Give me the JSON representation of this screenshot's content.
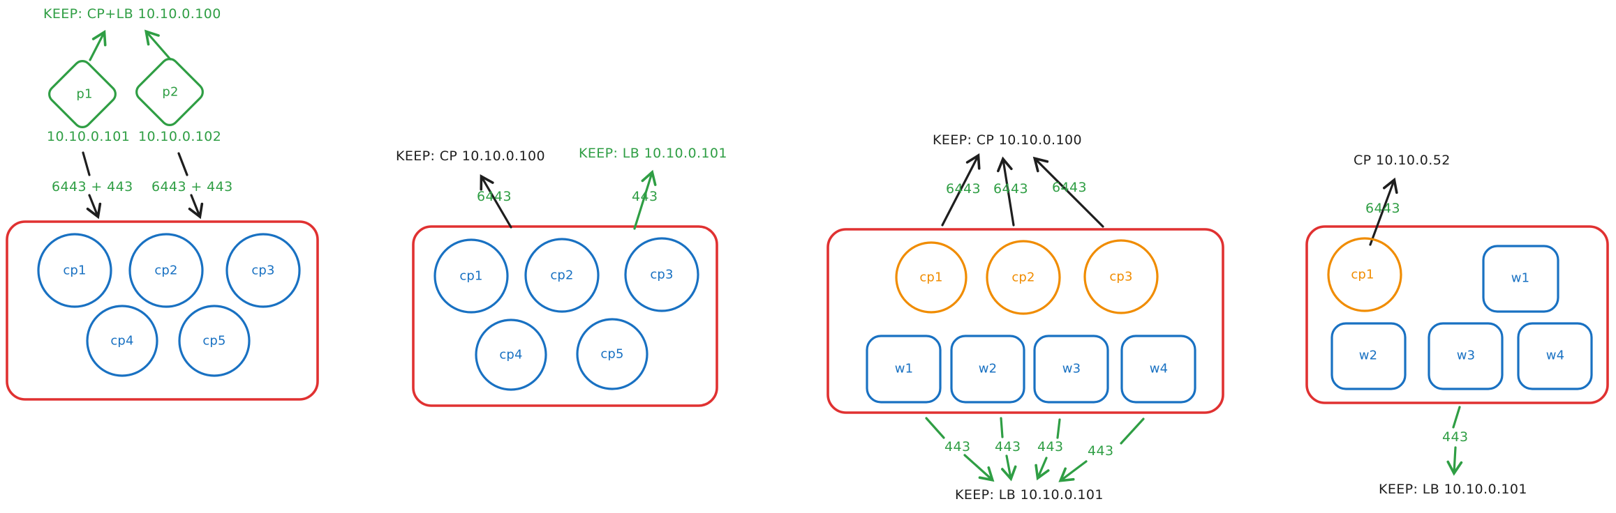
{
  "colors": {
    "green": "#2f9e44",
    "blue": "#1971c2",
    "red": "#e03131",
    "orange": "#f08c00",
    "ink": "#1e1e1e"
  },
  "diagrams": [
    {
      "name": "two-keepalived-proxy-nodes",
      "vip_label": "KEEP: CP+LB 10.10.0.100",
      "proxies": [
        {
          "label": "p1",
          "ip": "10.10.0.101",
          "ports": "6443 + 443"
        },
        {
          "label": "p2",
          "ip": "10.10.0.102",
          "ports": "6443 + 443"
        }
      ],
      "nodes": [
        "cp1",
        "cp2",
        "cp3",
        "cp4",
        "cp5"
      ]
    },
    {
      "name": "split-cp-and-lb-vips",
      "cp_vip_label": "KEEP: CP 10.10.0.100",
      "lb_vip_label": "KEEP: LB 10.10.0.101",
      "cp_port": "6443",
      "lb_port": "443",
      "nodes": [
        "cp1",
        "cp2",
        "cp3",
        "cp4",
        "cp5"
      ]
    },
    {
      "name": "cp-vip-with-worker-lb",
      "cp_vip_label": "KEEP: CP 10.10.0.100",
      "lb_vip_label": "KEEP: LB 10.10.0.101",
      "cp_ports": [
        "6443",
        "6443",
        "6443"
      ],
      "worker_ports": [
        "443",
        "443",
        "443",
        "443"
      ],
      "control_planes": [
        "cp1",
        "cp2",
        "cp3"
      ],
      "workers": [
        "w1",
        "w2",
        "w3",
        "w4"
      ]
    },
    {
      "name": "single-cp-with-worker-lb",
      "cp_label": "CP 10.10.0.52",
      "lb_vip_label": "KEEP: LB 10.10.0.101",
      "cp_port": "6443",
      "worker_port": "443",
      "control_planes": [
        "cp1"
      ],
      "workers": [
        "w1",
        "w2",
        "w3",
        "w4"
      ]
    }
  ]
}
